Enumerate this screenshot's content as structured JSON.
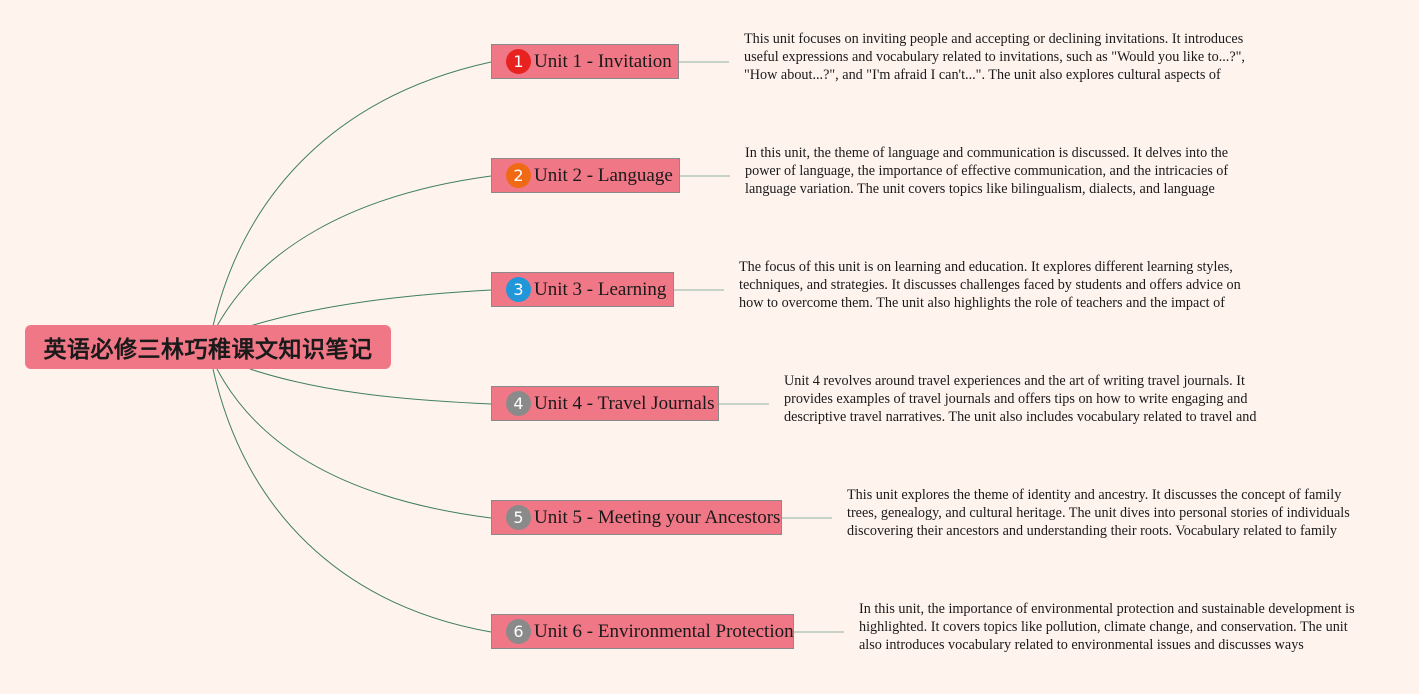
{
  "diagram": {
    "root": {
      "label": "英语必修三林巧稚课文知识笔记"
    },
    "colors": {
      "background": "#fff3ee",
      "node_fill": "#ef7786",
      "connector": "#3f7f5f",
      "badge_1": "#e8231f",
      "badge_2": "#f06a16",
      "badge_3": "#2196d8",
      "badge_muted": "#8a8a8a"
    },
    "units": [
      {
        "number": "1",
        "title": "Unit 1 - Invitation",
        "badge_color": "#e8231f",
        "note": "This unit focuses on inviting people and accepting or declining invitations. It introduces useful expressions and vocabulary related to invitations, such as \"Would you like to...?\", \"How about...?\", and \"I'm afraid I can't...\". The unit also explores cultural aspects of invitations in different countries."
      },
      {
        "number": "2",
        "title": "Unit 2 - Language",
        "badge_color": "#f06a16",
        "note": "In this unit, the theme of language and communication is discussed. It delves into the power of language, the importance of effective communication, and the intricacies of language variation. The unit covers topics like bilingualism, dialects, and language change."
      },
      {
        "number": "3",
        "title": "Unit 3 - Learning",
        "badge_color": "#2196d8",
        "note": "The focus of this unit is on learning and education. It explores different learning styles, techniques, and strategies. It discusses challenges faced by students and offers advice on how to overcome them. The unit also highlights the role of teachers and the impact of technology on learning."
      },
      {
        "number": "4",
        "title": "Unit 4 - Travel Journals",
        "badge_color": "#8a8a8a",
        "note": "Unit 4 revolves around travel experiences and the art of writing travel journals. It provides examples of travel journals and offers tips on how to write engaging and descriptive travel narratives. The unit also includes vocabulary related to travel and exploration."
      },
      {
        "number": "5",
        "title": "Unit 5 - Meeting your Ancestors",
        "badge_color": "#8a8a8a",
        "note": "This unit explores the theme of identity and ancestry. It discusses the concept of family trees, genealogy, and cultural heritage. The unit dives into personal stories of individuals discovering their ancestors and understanding their roots. Vocabulary related to family relationships and history is also covered."
      },
      {
        "number": "6",
        "title": "Unit 6 - Environmental Protection",
        "badge_color": "#8a8a8a",
        "note": "In this unit, the importance of environmental protection and sustainable development is highlighted. It covers topics like pollution, climate change, and conservation. The unit also introduces vocabulary related to environmental issues and discusses ways individuals can contribute to protecting the environment."
      }
    ]
  }
}
